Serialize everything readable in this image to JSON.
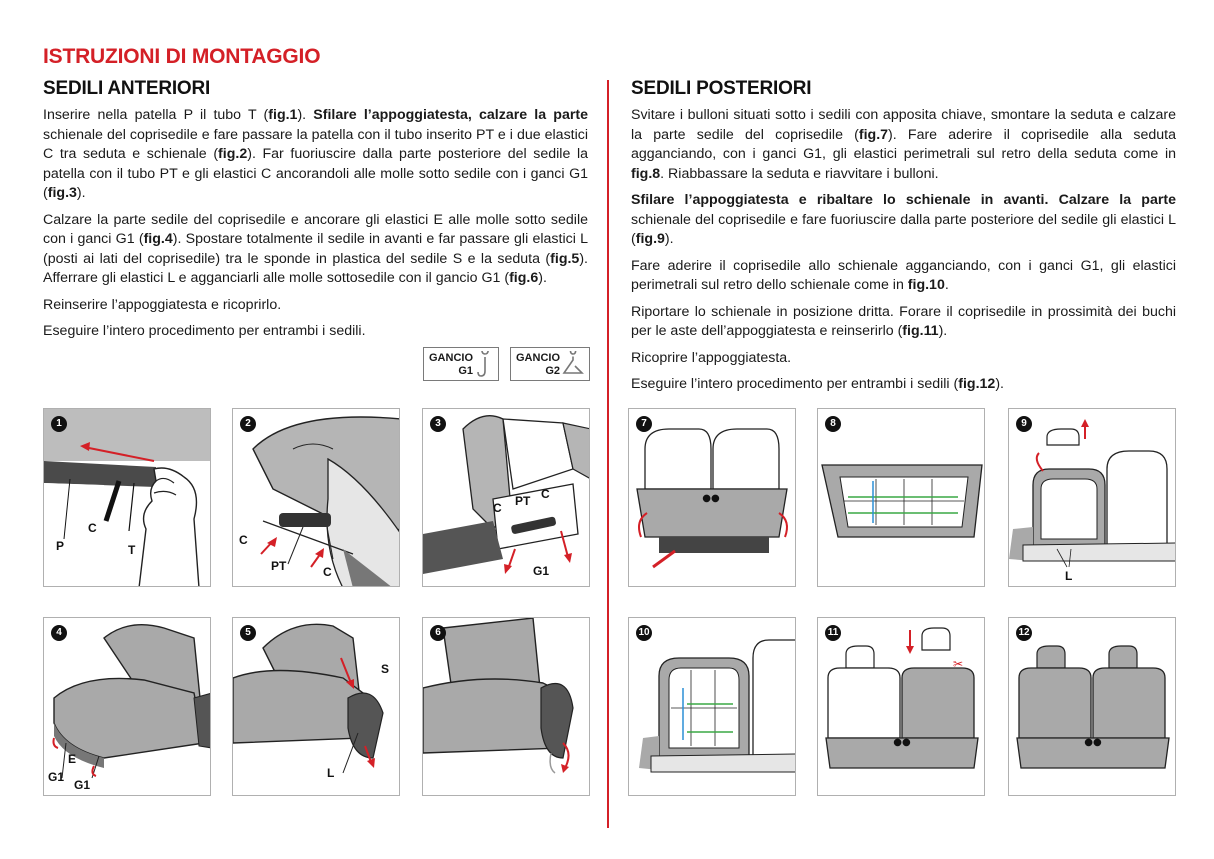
{
  "title": "ISTRUZIONI DI MONTAGGIO",
  "front": {
    "heading": "SEDILI ANTERIORI",
    "p1_a": "Inserire nella patella P il tubo T (",
    "p1_fig1": "fig.1",
    "p1_b": "). ",
    "p1_bold": "Sfilare l’appoggiatesta, calzare la parte",
    "p1_c": " schienale del coprisedile e fare passare la patella con il tubo inserito PT e i due elastici C tra seduta e schienale (",
    "p1_fig2": "fig.2",
    "p1_d": "). Far fuoriuscire dalla parte posteriore del sedile la patella con il tubo PT e gli elastici C ancorandoli alle molle sotto sedile con i ganci G1 (",
    "p1_fig3": "fig.3",
    "p1_e": ").",
    "p2_a": "Calzare la parte sedile del coprisedile e ancorare gli elastici E alle molle sotto sedile con i ganci G1 (",
    "p2_fig4": "fig.4",
    "p2_b": "). Spostare totalmente il sedile in avanti e far passare gli elastici L (posti ai lati del coprisedile) tra le sponde in plastica del sedile S e la seduta (",
    "p2_fig5": "fig.5",
    "p2_c": "). Afferrare gli elastici L e agganciarli alle molle sottosedile con il gancio G1 (",
    "p2_fig6": "fig.6",
    "p2_d": ").",
    "p3": "Reinserire l’appoggiatesta e ricoprirlo.",
    "p4": "Eseguire l’intero procedimento per entrambi i sedili.",
    "hook1_a": "GANCIO",
    "hook1_b": "G1",
    "hook2_a": "GANCIO",
    "hook2_b": "G2"
  },
  "rear": {
    "heading": "SEDILI POSTERIORI",
    "p1_a": "Svitare i bulloni situati sotto i sedili con apposita chiave, smontare la seduta e calzare la parte sedile del coprisedile (",
    "p1_fig7": "fig.7",
    "p1_b": "). Fare aderire il coprisedile alla seduta agganciando, con i ganci G1, gli elastici perimetrali sul retro della seduta come in ",
    "p1_fig8": "fig.8",
    "p1_c": ". Riabbassare la seduta e riavvitare i bulloni.",
    "p2_bold": "Sfilare l’appoggiatesta e ribaltare lo schienale in avanti. Calzare la parte",
    "p2_a": " schienale del coprisedile e fare fuoriuscire dalla parte posteriore del sedile gli elastici L (",
    "p2_fig9": "fig.9",
    "p2_b": ").",
    "p3_a": "Fare aderire il coprisedile allo schienale agganciando, con i ganci G1, gli elastici perimetrali sul retro dello schienale come in ",
    "p3_fig10": "fig.10",
    "p3_b": ".",
    "p4_a": "Riportare lo schienale in posizione dritta. Forare il coprisedile in prossimità dei buchi per le aste dell’appoggiatesta e reinserirlo (",
    "p4_fig11": "fig.11",
    "p4_b": ").",
    "p5": "Ricoprire l’appoggiatesta.",
    "p6_a": "Eseguire l’intero procedimento per entrambi i sedili (",
    "p6_fig12": "fig.12",
    "p6_b": ")."
  },
  "figures": {
    "n1": "1",
    "n2": "2",
    "n3": "3",
    "n4": "4",
    "n5": "5",
    "n6": "6",
    "n7": "7",
    "n8": "8",
    "n9": "9",
    "n10": "10",
    "n11": "11",
    "n12": "12",
    "f1_p": "P",
    "f1_c": "C",
    "f1_t": "T",
    "f2_c1": "C",
    "f2_pt": "PT",
    "f2_c2": "C",
    "f3_c1": "C",
    "f3_pt": "PT",
    "f3_c2": "C",
    "f3_g1": "G1",
    "f4_e": "E",
    "f4_g1a": "G1",
    "f4_g1b": "G1",
    "f5_s": "S",
    "f5_l": "L",
    "f9_l": "L"
  },
  "colors": {
    "accent": "#d42027",
    "seat_fill": "#a9a9a9",
    "arrow_green": "#3aa845",
    "arrow_blue": "#2a8fd6"
  }
}
